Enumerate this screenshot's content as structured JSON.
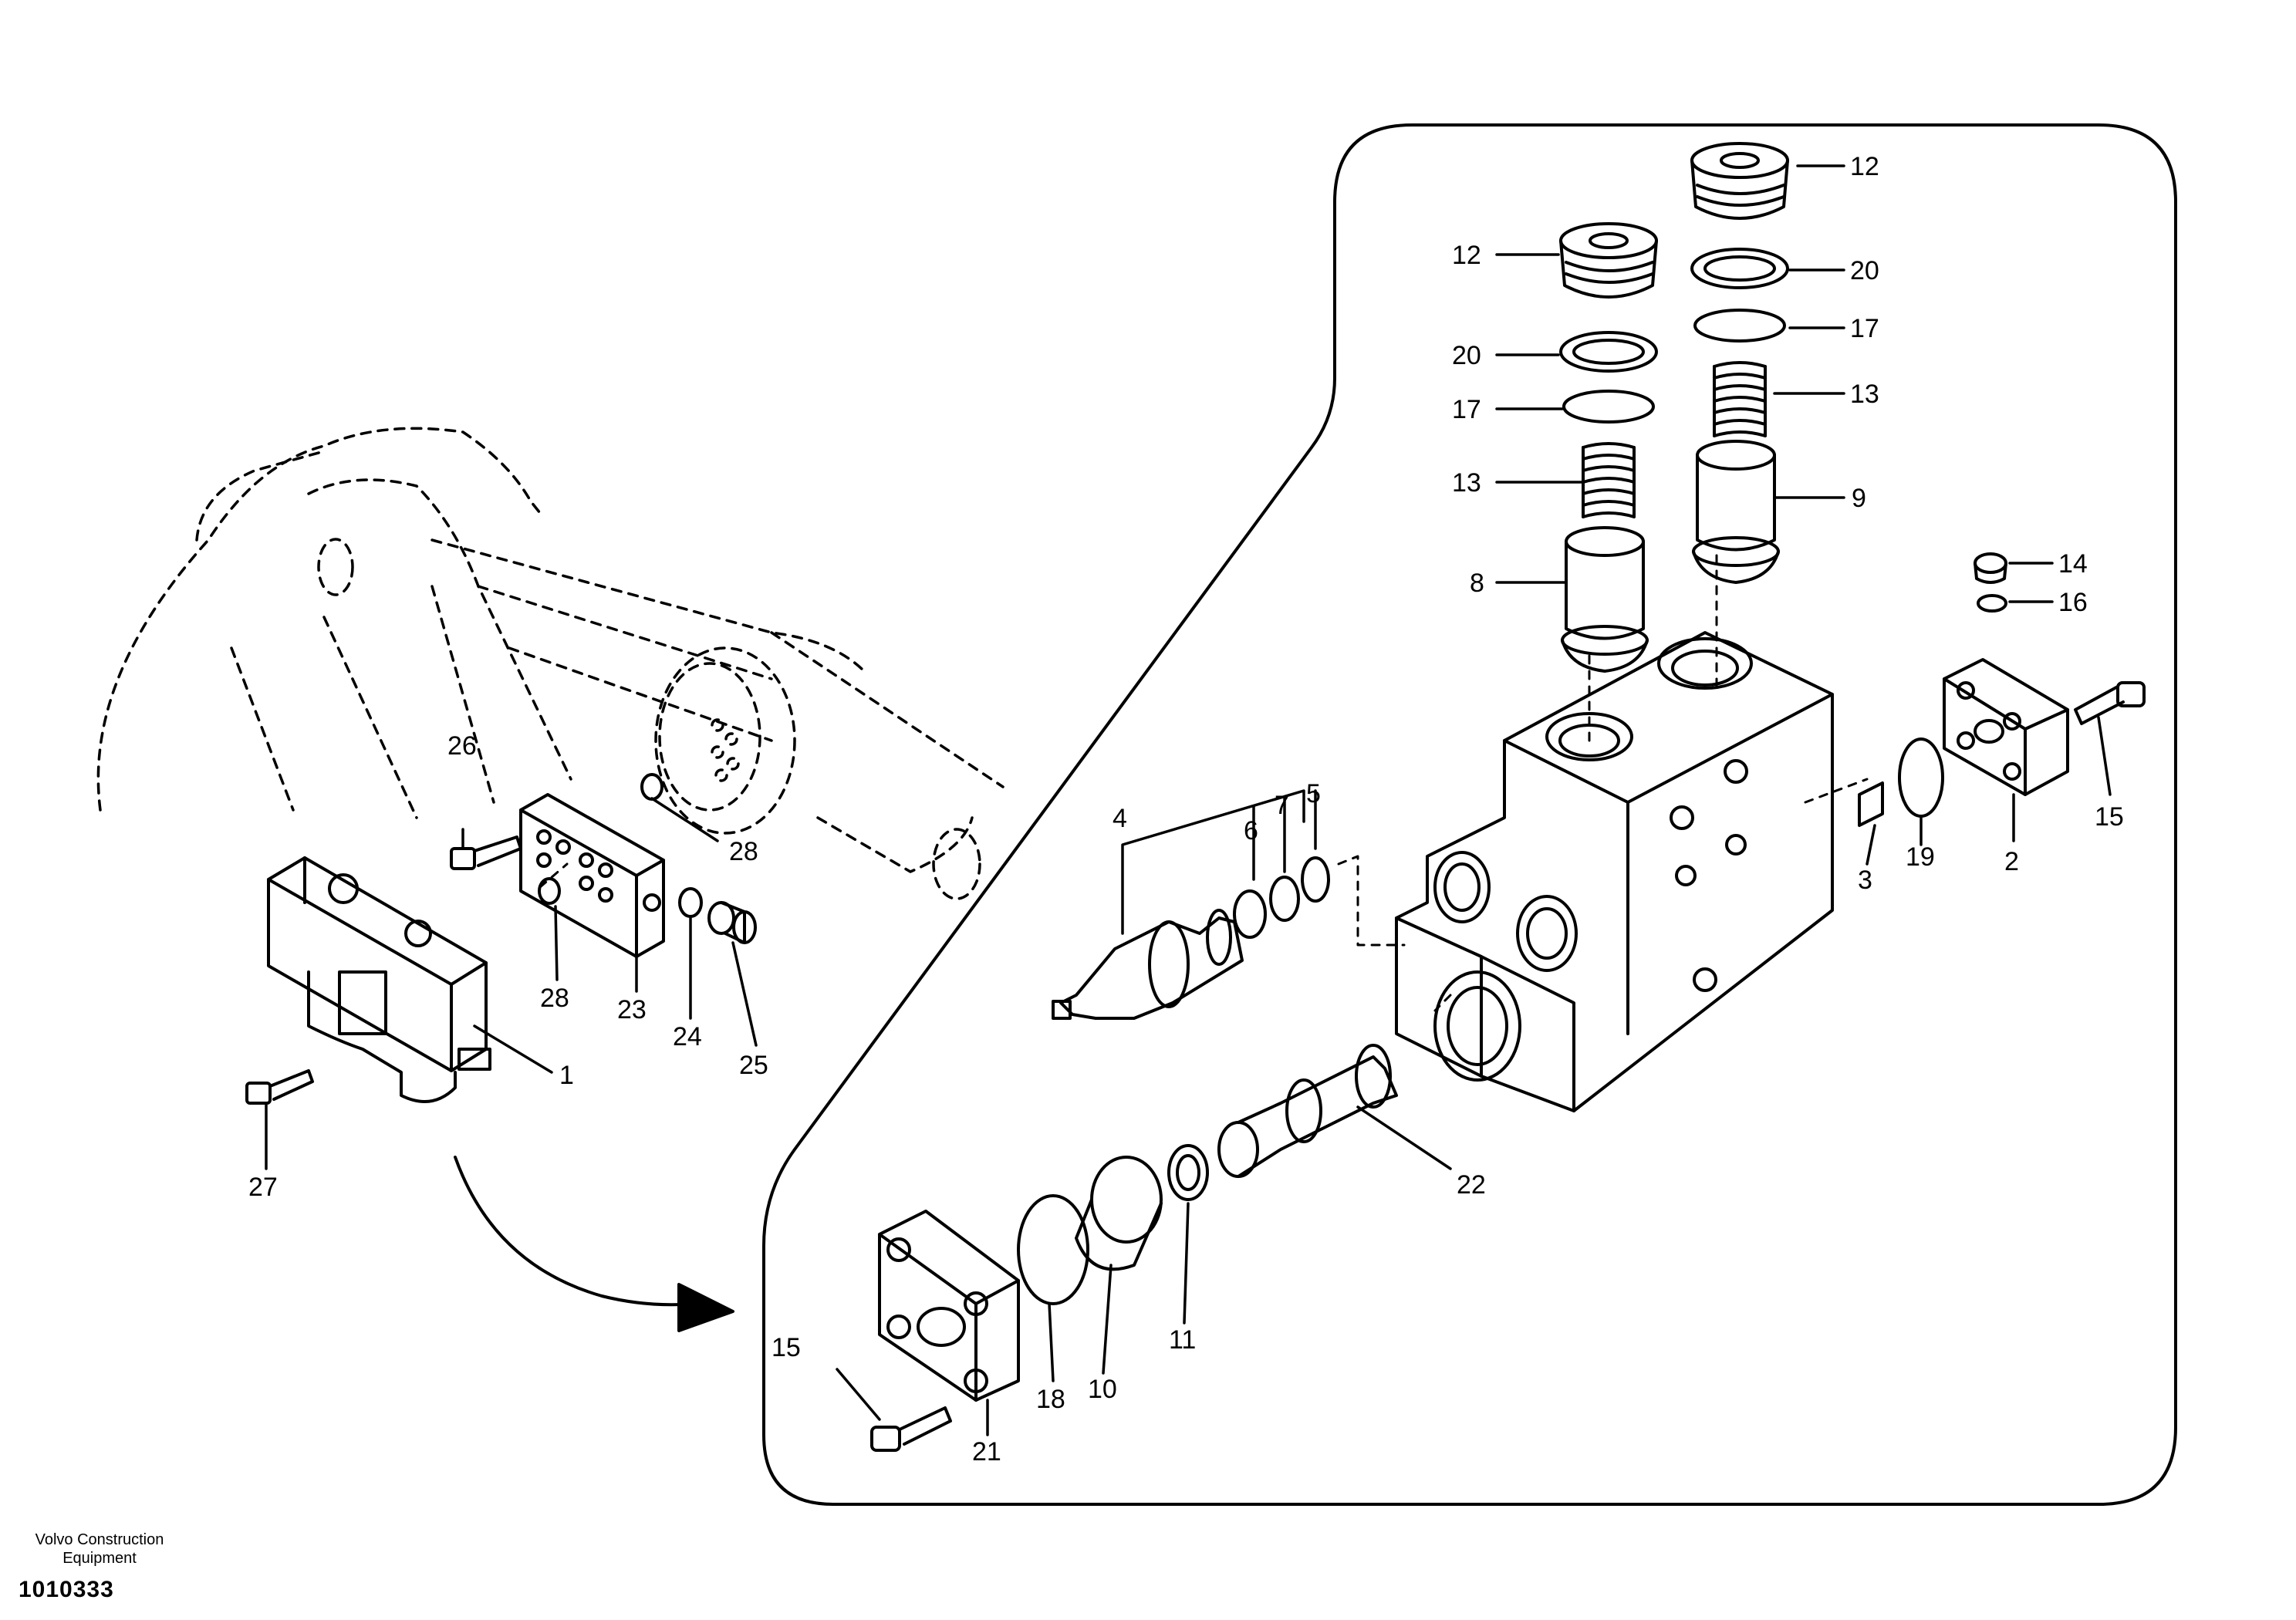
{
  "callouts": {
    "c1": "1",
    "c2": "2",
    "c3": "3",
    "c4": "4",
    "c5": "5",
    "c6": "6",
    "c7": "7",
    "c8": "8",
    "c9": "9",
    "c10": "10",
    "c11": "11",
    "c12a": "12",
    "c12b": "12",
    "c13a": "13",
    "c13b": "13",
    "c14": "14",
    "c15a": "15",
    "c15b": "15",
    "c16": "16",
    "c17a": "17",
    "c17b": "17",
    "c18": "18",
    "c19": "19",
    "c20a": "20",
    "c20b": "20",
    "c21": "21",
    "c22": "22",
    "c23": "23",
    "c24": "24",
    "c25": "25",
    "c26": "26",
    "c27": "27",
    "c28a": "28",
    "c28b": "28"
  },
  "footer": {
    "company": "Volvo Construction Equipment",
    "drawing_number": "1010333"
  }
}
